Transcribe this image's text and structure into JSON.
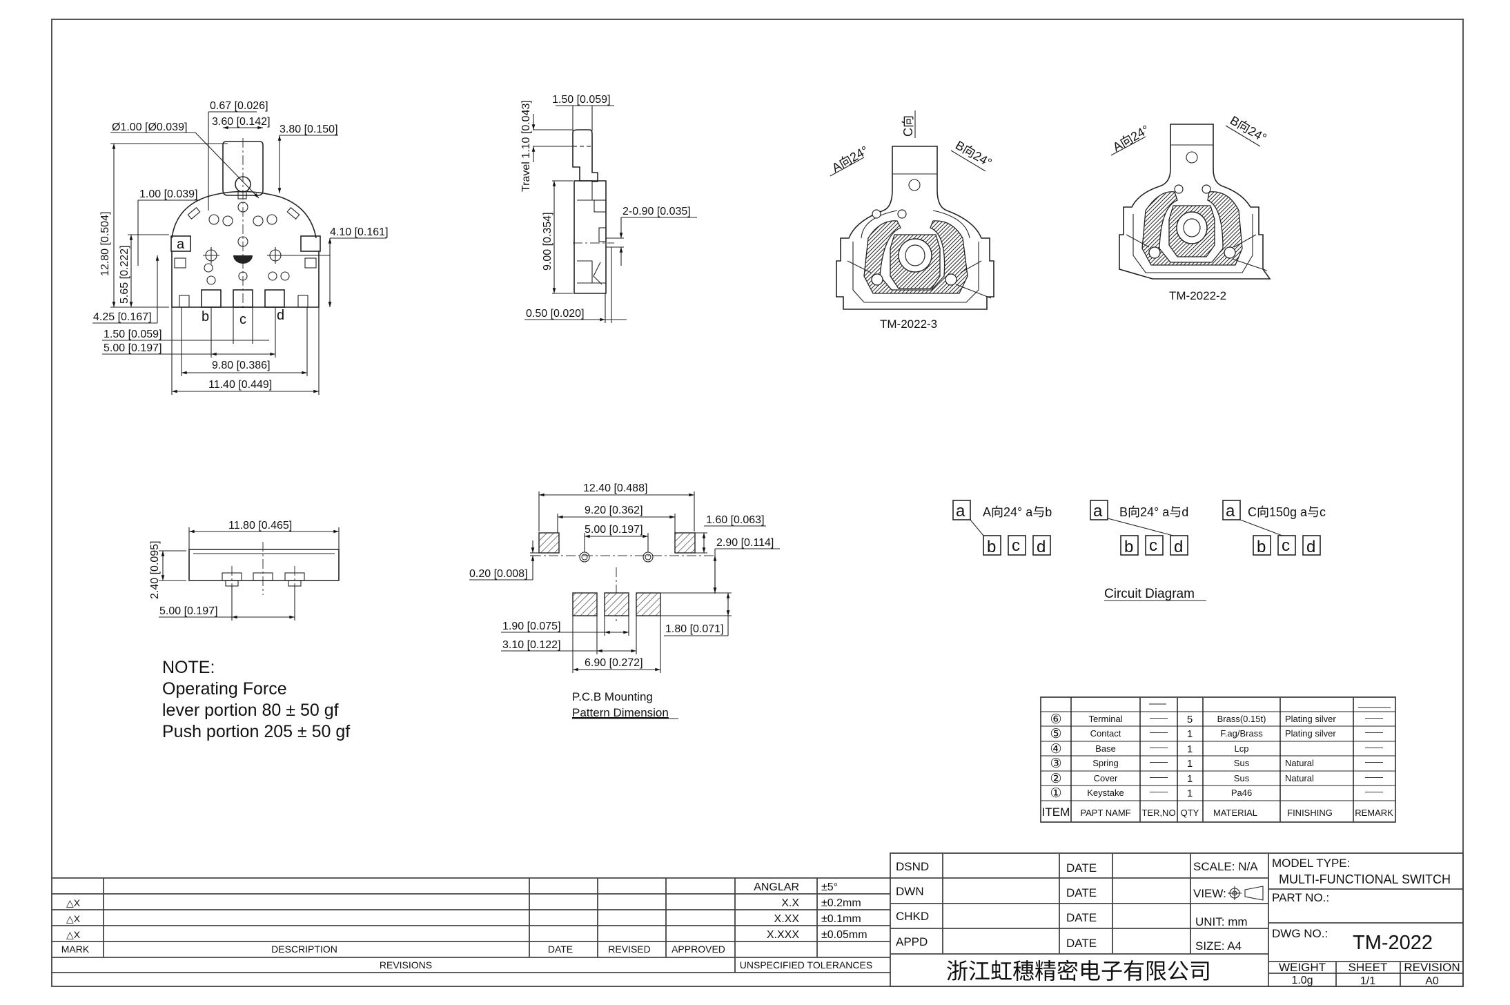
{
  "front_view": {
    "dims": [
      "0.67 [0.026]",
      "Ø1.00 [Ø0.039]",
      "3.60 [0.142]",
      "3.80 [0.150]",
      "1.00 [0.039]",
      "12.80 [0.504]",
      "5.65 [0.222]",
      "4.10 [0.161]",
      "4.25 [0.167]",
      "1.50 [0.059]",
      "5.00 [0.197]",
      "9.80 [0.386]",
      "11.40 [0.449]"
    ],
    "pins": [
      "a",
      "b",
      "c",
      "d"
    ]
  },
  "side_view": {
    "dims": [
      "1.50 [0.059]",
      "Travel  1.10 [0.043]",
      "9.00 [0.354]",
      "2-0.90 [0.035]",
      "0.50 [0.020]"
    ]
  },
  "variants": [
    {
      "name": "TM-2022-3",
      "labels": [
        "A向24°",
        "C向",
        "B向24°"
      ]
    },
    {
      "name": "TM-2022-2",
      "labels": [
        "A向24°",
        "B向24°"
      ]
    }
  ],
  "bottom_view": {
    "dims": [
      "11.80 [0.465]",
      "2.40 [0.095]",
      "5.00 [0.197]"
    ]
  },
  "note": {
    "title": "NOTE:",
    "lines": [
      "Operating  Force",
      "lever  portion  80 ± 50 gf",
      "Push  portion  205 ± 50 gf"
    ]
  },
  "pcb": {
    "dims": [
      "12.40 [0.488]",
      "9.20 [0.362]",
      "5.00 [0.197]",
      "1.60 [0.063]",
      "2.90 [0.114]",
      "0.20 [0.008]",
      "1.90 [0.075]",
      "3.10 [0.122]",
      "6.90 [0.272]",
      "1.80 [0.071]"
    ],
    "caption1": "P.C.B  Mounting",
    "caption2": "Pattern  Dimension"
  },
  "circuit": {
    "title": "Circuit  Diagram",
    "groups": [
      {
        "common": "a",
        "desc": "A向24°  a与b",
        "terminals": [
          "b",
          "c",
          "d"
        ]
      },
      {
        "common": "a",
        "desc": "B向24°  a与d",
        "terminals": [
          "b",
          "c",
          "d"
        ]
      },
      {
        "common": "a",
        "desc": "C向150g  a与c",
        "terminals": [
          "b",
          "c",
          "d"
        ]
      }
    ]
  },
  "bom": {
    "headers": [
      "ITEM",
      "PAPT NAMF",
      "TER,NO",
      "QTY",
      "MATERIAL",
      "FINISHING",
      "REMARK"
    ],
    "dash": "——",
    "rows": [
      {
        "item": "⑥",
        "name": "Terminal",
        "qty": "5",
        "material": "Brass(0.15t)",
        "finishing": "Plating silver"
      },
      {
        "item": "⑤",
        "name": "Contact",
        "qty": "1",
        "material": "F.ag/Brass",
        "finishing": "Plating silver"
      },
      {
        "item": "④",
        "name": "Base",
        "qty": "1",
        "material": "Lcp",
        "finishing": ""
      },
      {
        "item": "③",
        "name": "Spring",
        "qty": "1",
        "material": "Sus",
        "finishing": "Natural"
      },
      {
        "item": "②",
        "name": "Cover",
        "qty": "1",
        "material": "Sus",
        "finishing": "Natural"
      },
      {
        "item": "①",
        "name": "Keystake",
        "qty": "1",
        "material": "Pa46",
        "finishing": ""
      }
    ]
  },
  "revisions": {
    "marks": [
      "△X",
      "△X",
      "△X"
    ],
    "headers": [
      "MARK",
      "DESCRIPTION",
      "DATE",
      "REVISED",
      "APPROVED"
    ],
    "title": "REVISIONS",
    "tolerances": [
      {
        "label": "ANGLAR",
        "value": "±5°"
      },
      {
        "label": "X.X",
        "value": "±0.2mm"
      },
      {
        "label": "X.XX",
        "value": "±0.1mm"
      },
      {
        "label": "X.XXX",
        "value": "±0.05mm"
      }
    ],
    "tolerance_title": "UNSPECIFIED TOLERANCES"
  },
  "title_block": {
    "roles": [
      "DSND",
      "DWN",
      "CHKD",
      "APPD"
    ],
    "date_label": "DATE",
    "scale": "SCALE: N/A",
    "view": "VIEW:",
    "unit": "UNIT: mm",
    "size": "SIZE: A4",
    "model_type_label": "MODEL TYPE:",
    "model_type": "MULTI-FUNCTIONAL  SWITCH",
    "part_no_label": "PART NO.:",
    "dwg_no_label": "DWG NO.:",
    "dwg_no": "TM-2022",
    "company": "浙江虹穗精密电子有限公司",
    "weight_label": "WEIGHT",
    "sheet_label": "SHEET",
    "revision_label": "REVISION",
    "weight": "1.0g",
    "sheet": "1/1",
    "revision": "A0"
  }
}
